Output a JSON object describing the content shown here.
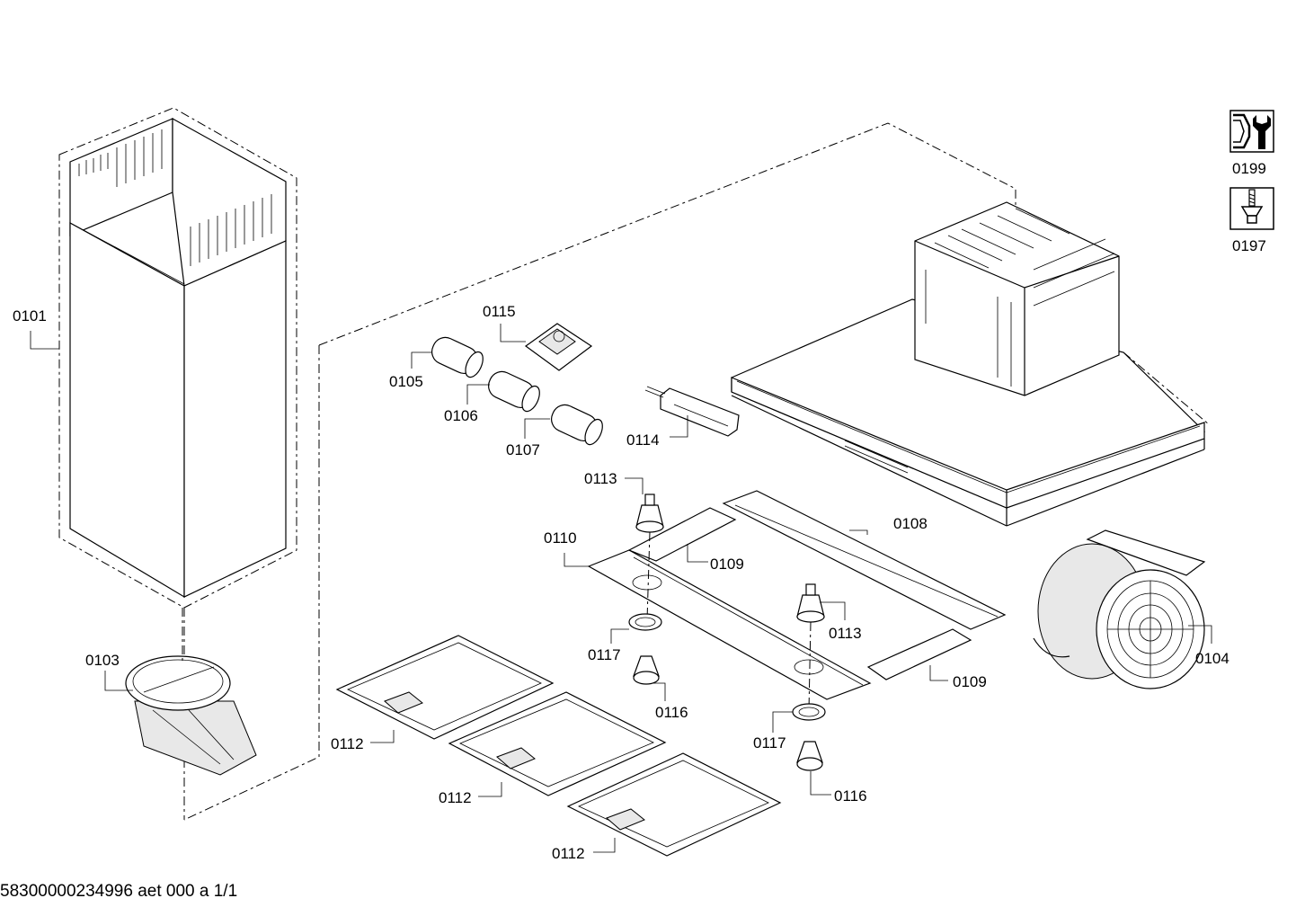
{
  "labels": {
    "p0101": "0101",
    "p0103": "0103",
    "p0104": "0104",
    "p0105": "0105",
    "p0106": "0106",
    "p0107": "0107",
    "p0108": "0108",
    "p0109a": "0109",
    "p0109b": "0109",
    "p0110": "0110",
    "p0112a": "0112",
    "p0112b": "0112",
    "p0112c": "0112",
    "p0113a": "0113",
    "p0113b": "0113",
    "p0114": "0114",
    "p0115": "0115",
    "p0116a": "0116",
    "p0116b": "0116",
    "p0117a": "0117",
    "p0117b": "0117"
  },
  "legend": {
    "service_tools": "0199",
    "installation_kit": "0197"
  },
  "footer": {
    "code": "58300000234996 aet 000 a  1/1"
  },
  "icons": [
    "wrench-icon",
    "screw-anchor-icon"
  ]
}
